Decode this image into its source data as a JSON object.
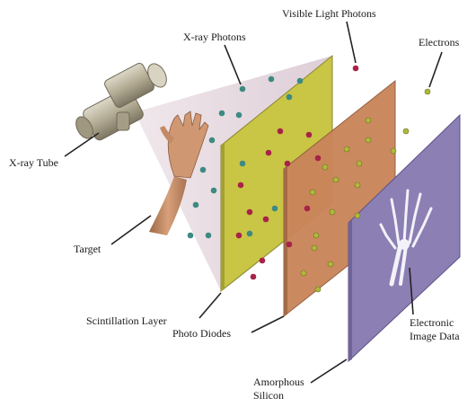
{
  "labels": {
    "visible_light_photons": "Visible Light Photons",
    "xray_photons": "X-ray Photons",
    "electrons": "Electrons",
    "xray_tube": "X-ray Tube",
    "target": "Target",
    "scintillation_layer": "Scintillation Layer",
    "photo_diodes": "Photo Diodes",
    "amorphous_silicon_line1": "Amorphous",
    "amorphous_silicon_line2": "Silicon",
    "electronic_image_data_line1": "Electronic",
    "electronic_image_data_line2": "Image Data"
  },
  "colors": {
    "scintillation_layer": "#c9c545",
    "photo_diode_layer": "#c9855a",
    "image_data_layer": "#8c7fb4",
    "xray_beam": "#e2d3dc",
    "xray_photon": "#3d8a82",
    "visible_photon": "#a8224a",
    "electron": "#b0b83a",
    "tube": "#b8b19c",
    "hand_skin": "#c8916a",
    "skeleton": "#f2f2f8"
  },
  "icons": {
    "xray_tube": "xray-tube-icon",
    "target": "hand-icon",
    "xray_image": "hand-skeleton-icon"
  }
}
